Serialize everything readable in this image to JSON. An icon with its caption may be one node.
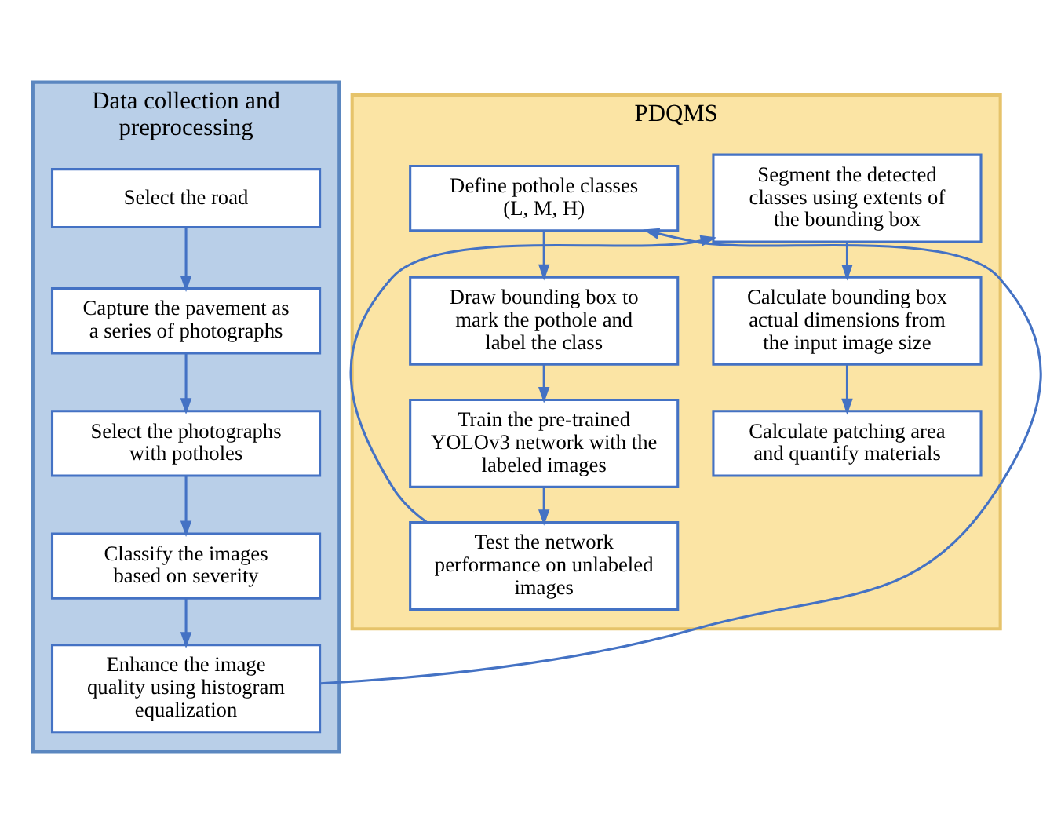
{
  "diagram": {
    "nodes": [
      {
        "text": [
          "Data collection and preprocessing"
        ]
      },
      {
        "text": [
          "Select the road"
        ],
        "in": 0
      },
      {
        "text": [
          "Capture the pavement as a series of photographs"
        ],
        "in": 0
      },
      {
        "text": [
          "Select the photographs with potholes"
        ],
        "in": 0
      },
      {
        "text": [
          "Classify the images based on severity"
        ],
        "in": 0
      },
      {
        "text": [
          "Enhance the image quality using histogram equalization"
        ],
        "in": 0
      },
      {
        "text": [
          "PDQMS"
        ]
      },
      {
        "text": [
          "Define pothole classes (L, M, H)"
        ],
        "in": 6
      },
      {
        "text": [
          "Draw bounding box to mark the pothole and label the class"
        ],
        "in": 6
      },
      {
        "text": [
          "Train the pre-trained YOLOv3 network with the labeled images"
        ],
        "in": 6
      },
      {
        "text": [
          "Test the network performance on unlabeled images"
        ],
        "in": 6
      },
      {
        "text": [
          "Segment the detected classes using extents of the bounding box"
        ],
        "in": 6
      },
      {
        "text": [
          "Calculate bounding box actual dimensions from the input image size"
        ],
        "in": 6
      },
      {
        "text": [
          "Calculate patching area and quantify materials"
        ],
        "in": 6
      }
    ],
    "edges": [
      {
        "from": 1,
        "to": 2,
        "arrow": "to"
      },
      {
        "from": 2,
        "to": 3,
        "arrow": "to"
      },
      {
        "from": 3,
        "to": 4,
        "arrow": "to"
      },
      {
        "from": 4,
        "to": 5,
        "arrow": "to"
      },
      {
        "from": 5,
        "to": 7,
        "arrow": "to"
      },
      {
        "from": 7,
        "to": 8,
        "arrow": "to"
      },
      {
        "from": 8,
        "to": 9,
        "arrow": "to"
      },
      {
        "from": 9,
        "to": 10,
        "arrow": "to"
      },
      {
        "from": 10,
        "to": 11,
        "arrow": "to"
      },
      {
        "from": 11,
        "to": 12,
        "arrow": "to"
      },
      {
        "from": 12,
        "to": 13,
        "arrow": "to"
      }
    ]
  }
}
